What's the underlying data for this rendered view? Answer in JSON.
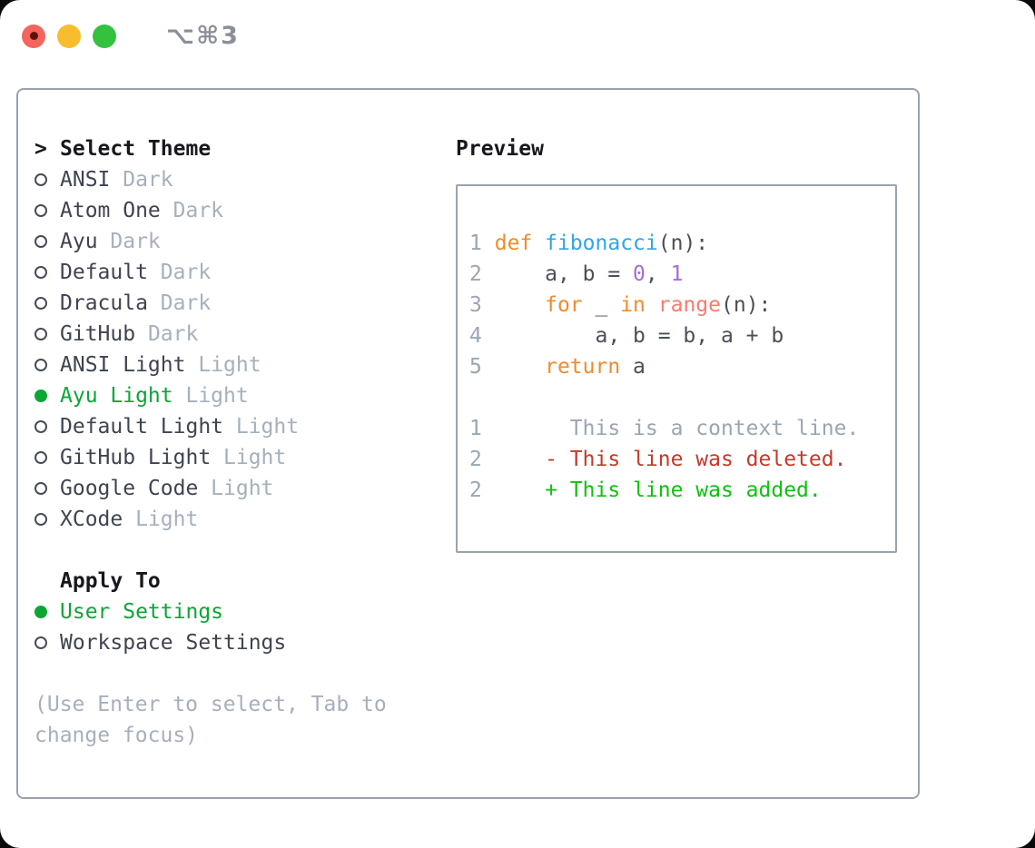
{
  "window": {
    "title": "⌥⌘3"
  },
  "titlebar_icons": [
    {
      "name": "close-button",
      "color": "#f4655e"
    },
    {
      "name": "minimize-button",
      "color": "#f8bd2e"
    },
    {
      "name": "zoom-button",
      "color": "#33c13e"
    }
  ],
  "colors": {
    "accent_green": "#0ca637",
    "border_gray": "#9aa3ae",
    "muted_gray": "#a6b0bc",
    "text_dark": "#3e4450",
    "keyword_orange": "#f08b2a",
    "function_blue": "#2ea7e8",
    "number_purple": "#a96ad6",
    "call_coral": "#f97b6d",
    "deleted_red": "#c53a28",
    "added_green": "#0cc30c"
  },
  "panel": {
    "cursor": ">",
    "title": "Select Theme",
    "themes": [
      {
        "name": "ANSI",
        "tag": "Dark",
        "selected": false
      },
      {
        "name": "Atom One",
        "tag": "Dark",
        "selected": false
      },
      {
        "name": "Ayu",
        "tag": "Dark",
        "selected": false
      },
      {
        "name": "Default",
        "tag": "Dark",
        "selected": false
      },
      {
        "name": "Dracula",
        "tag": "Dark",
        "selected": false
      },
      {
        "name": "GitHub",
        "tag": "Dark",
        "selected": false
      },
      {
        "name": "ANSI Light",
        "tag": "Light",
        "selected": false
      },
      {
        "name": "Ayu Light",
        "tag": "Light",
        "selected": true
      },
      {
        "name": "Default Light",
        "tag": "Light",
        "selected": false
      },
      {
        "name": "GitHub Light",
        "tag": "Light",
        "selected": false
      },
      {
        "name": "Google Code",
        "tag": "Light",
        "selected": false
      },
      {
        "name": "XCode",
        "tag": "Light",
        "selected": false
      }
    ],
    "apply_to": {
      "title": "Apply To",
      "options": [
        {
          "label": "User Settings",
          "selected": true
        },
        {
          "label": "Workspace Settings",
          "selected": false
        }
      ]
    },
    "hint_lines": [
      "(Use Enter to select, Tab to",
      "change focus)"
    ]
  },
  "preview": {
    "title": "Preview",
    "lines": [
      [
        {
          "t": "1",
          "c": "ln"
        },
        {
          "t": " ",
          "c": "pl"
        },
        {
          "t": "def",
          "c": "kw"
        },
        {
          "t": " ",
          "c": "pl"
        },
        {
          "t": "fibonacci",
          "c": "fn"
        },
        {
          "t": "(n):",
          "c": "pl"
        }
      ],
      [
        {
          "t": "2",
          "c": "ln"
        },
        {
          "t": "     a, b = ",
          "c": "pl"
        },
        {
          "t": "0",
          "c": "num"
        },
        {
          "t": ", ",
          "c": "pl"
        },
        {
          "t": "1",
          "c": "num"
        }
      ],
      [
        {
          "t": "3",
          "c": "ln"
        },
        {
          "t": "     ",
          "c": "pl"
        },
        {
          "t": "for",
          "c": "kw"
        },
        {
          "t": " _ ",
          "c": "pl"
        },
        {
          "t": "in",
          "c": "kw"
        },
        {
          "t": " ",
          "c": "pl"
        },
        {
          "t": "range",
          "c": "call"
        },
        {
          "t": "(n):",
          "c": "pl"
        }
      ],
      [
        {
          "t": "4",
          "c": "ln"
        },
        {
          "t": "         a, b = b, a + b",
          "c": "pl"
        }
      ],
      [
        {
          "t": "5",
          "c": "ln"
        },
        {
          "t": "     ",
          "c": "pl"
        },
        {
          "t": "return",
          "c": "kw"
        },
        {
          "t": " a",
          "c": "pl"
        }
      ],
      [],
      [
        {
          "t": "1",
          "c": "ln"
        },
        {
          "t": "       This is a context line.",
          "c": "ctx"
        }
      ],
      [
        {
          "t": "2",
          "c": "ln"
        },
        {
          "t": "     ",
          "c": "pl"
        },
        {
          "t": "- This line was deleted.",
          "c": "del"
        }
      ],
      [
        {
          "t": "2",
          "c": "ln"
        },
        {
          "t": "     ",
          "c": "pl"
        },
        {
          "t": "+ This line was added.",
          "c": "add"
        }
      ]
    ]
  }
}
